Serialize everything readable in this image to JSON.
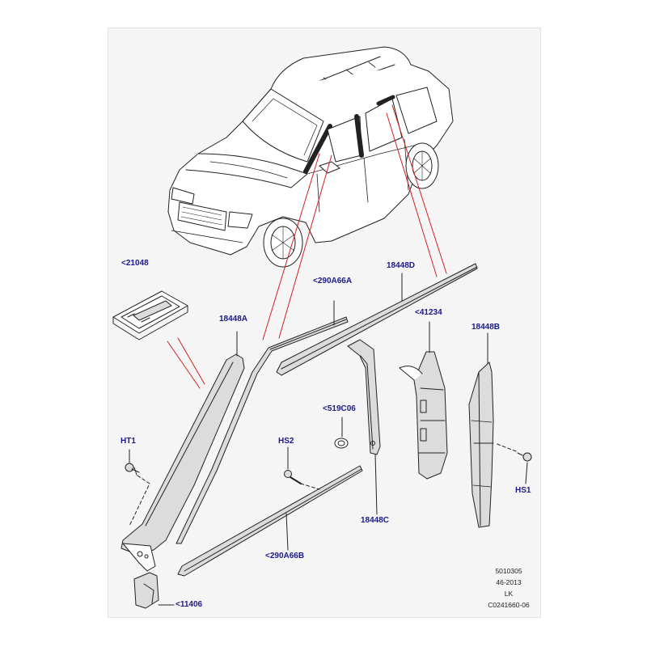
{
  "colors": {
    "label": "#1a1a8c",
    "line": "#222222",
    "leader": "#d42020",
    "part_fill": "#dcdcdc",
    "background": "#f5f5f5"
  },
  "callouts": {
    "c21048": "<21048",
    "c290a66a": "<290A66A",
    "c18448d": "18448D",
    "c18448a": "18448A",
    "c41234": "<41234",
    "c18448b": "18448B",
    "c519c06": "<519C06",
    "ht1": "HT1",
    "hs2": "HS2",
    "hs1": "HS1",
    "c18448c": "18448C",
    "c290a66b": "<290A66B",
    "c11406": "<11406"
  },
  "reference": {
    "line1": "5010305",
    "line2": "46-2013",
    "line3": "LK",
    "line4": "C0241660-06"
  }
}
